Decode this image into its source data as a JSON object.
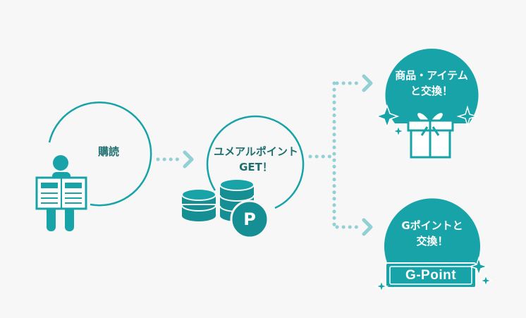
{
  "steps": {
    "subscribe": {
      "label": "購読"
    },
    "get_points": {
      "line1": "ユメアルポイント",
      "line2": "GET！",
      "coin_letter": "P"
    },
    "exchange_items": {
      "line1": "商品・アイテム",
      "line2": "と交換！"
    },
    "exchange_gpoint": {
      "line1": "Gポイントと",
      "line2": "交換！",
      "badge": "G-Point"
    }
  },
  "colors": {
    "teal": "#17a3a8",
    "teal_dark": "#168f94",
    "arrow": "#92d0d3",
    "background": "#f7f7f7",
    "text": "#1f6f70"
  }
}
